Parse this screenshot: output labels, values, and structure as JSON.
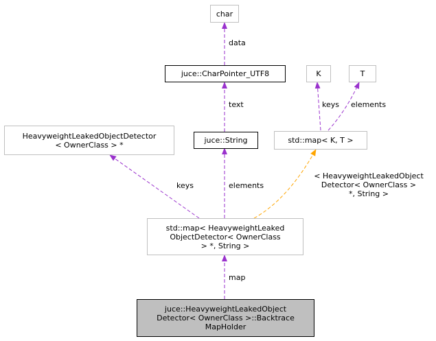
{
  "nodes": {
    "char": "char",
    "charpointer": "juce::CharPointer_UTF8",
    "K": "K",
    "T": "T",
    "hwptr": "HeavyweightLeakedObjectDetector\n< OwnerClass > *",
    "string": "juce::String",
    "stdmap_kt": "std::map< K, T >",
    "stdmap_inst": "std::map< HeavyweightLeaked\nObjectDetector< OwnerClass\n> *, String >",
    "backtrace": "juce::HeavyweightLeakedObject\nDetector< OwnerClass >::Backtrace\nMapHolder"
  },
  "edges": {
    "data": "data",
    "text": "text",
    "keys_k": "keys",
    "elements_t": "elements",
    "keys_hw": "keys",
    "elements_string": "elements",
    "template_args": "< HeavyweightLeakedObject\nDetector< OwnerClass >\n*, String >",
    "map": "map"
  },
  "colors": {
    "edge": "#9a32cd",
    "template_edge": "#ffa500",
    "node_border_gray": "#bfbfbf",
    "focus_fill": "#bfbfbf"
  }
}
